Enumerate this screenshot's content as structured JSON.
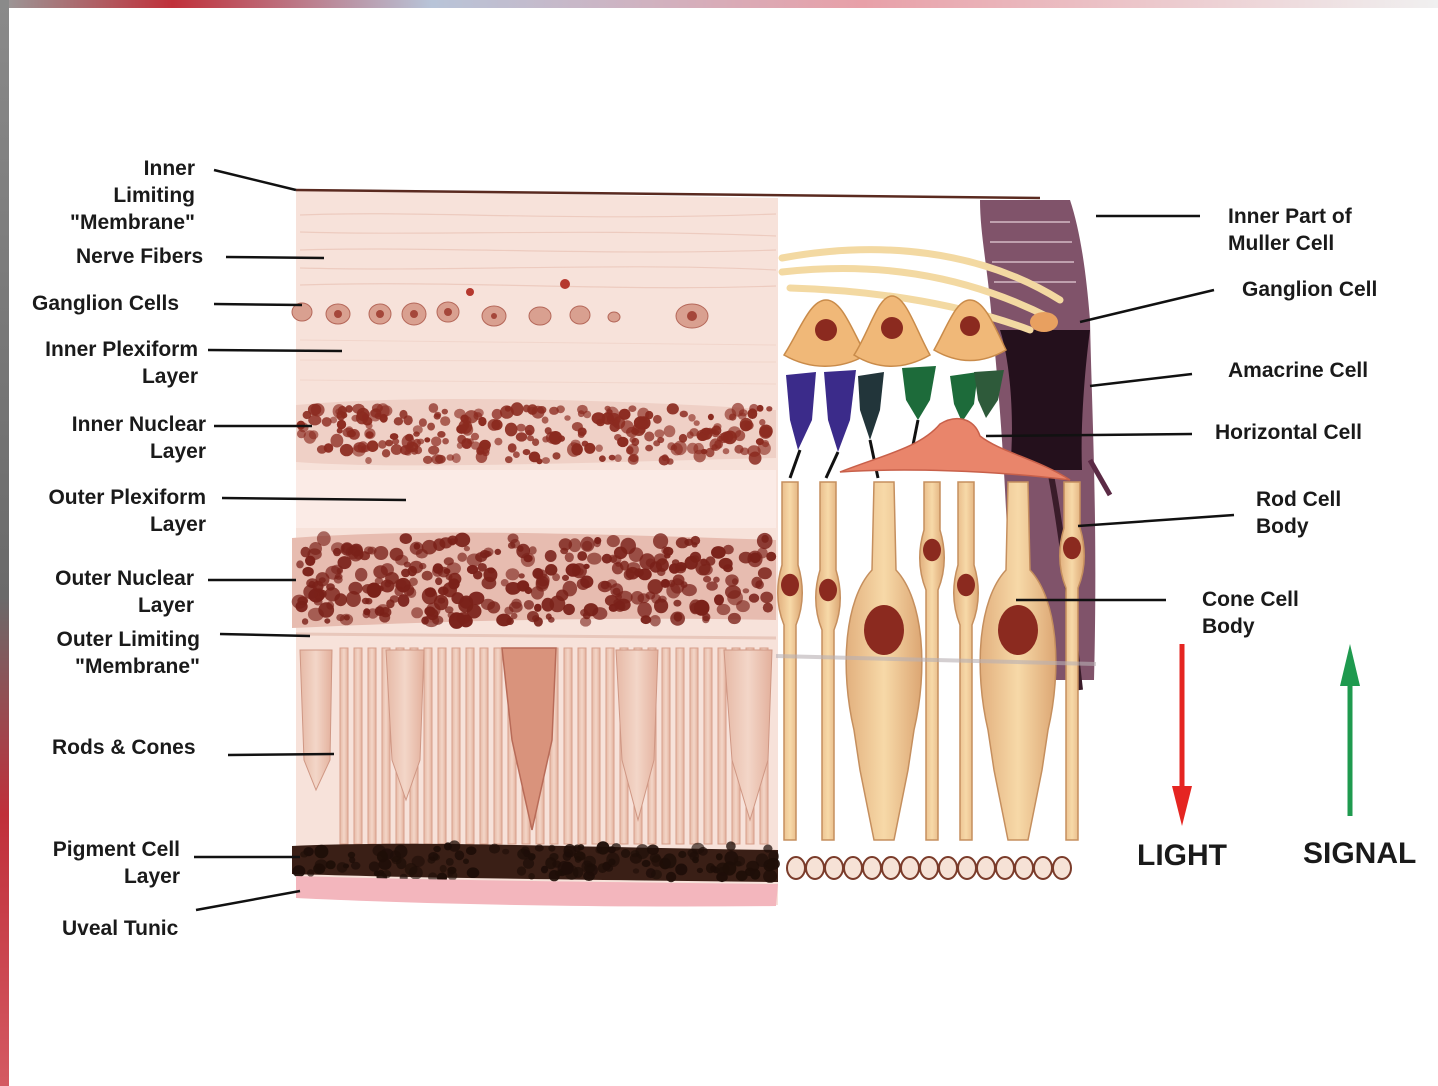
{
  "left_labels": {
    "inner_limiting_membrane": [
      "Inner",
      "Limiting",
      "\"Membrane\""
    ],
    "nerve_fibers": "Nerve Fibers",
    "ganglion_cells": "Ganglion Cells",
    "inner_plexiform_layer": [
      "Inner Plexiform",
      "Layer"
    ],
    "inner_nuclear_layer": [
      "Inner Nuclear",
      "Layer"
    ],
    "outer_plexiform_layer": [
      "Outer Plexiform",
      "Layer"
    ],
    "outer_nuclear_layer": [
      "Outer Nuclear",
      "Layer"
    ],
    "outer_limiting_membrane": [
      "Outer Limiting",
      "\"Membrane\""
    ],
    "rods_cones": "Rods & Cones",
    "pigment_cell_layer": [
      "Pigment Cell",
      "Layer"
    ],
    "uveal_tunic": "Uveal Tunic"
  },
  "right_labels": {
    "inner_part_muller_cell": [
      "Inner Part of",
      "Muller Cell"
    ],
    "ganglion_cell": "Ganglion Cell",
    "amacrine_cell": "Amacrine Cell",
    "horizontal_cell": "Horizontal Cell",
    "rod_cell_body": [
      "Rod Cell",
      "Body"
    ],
    "cone_cell_body": [
      "Cone Cell",
      "Body"
    ]
  },
  "arrows": {
    "light": {
      "label": "LIGHT",
      "direction": "down",
      "color": "#e52521"
    },
    "signal": {
      "label": "SIGNAL",
      "direction": "up",
      "color": "#1f9a4f"
    }
  },
  "colors": {
    "tissue_pink": "#f6dcd2",
    "nucleus": "#8b2a1f",
    "cell_body": "#f2c894",
    "amacrine_purple": "#3b2b8a",
    "amacrine_green": "#1d6b3a",
    "muller_dark": "#3a1c2a"
  }
}
